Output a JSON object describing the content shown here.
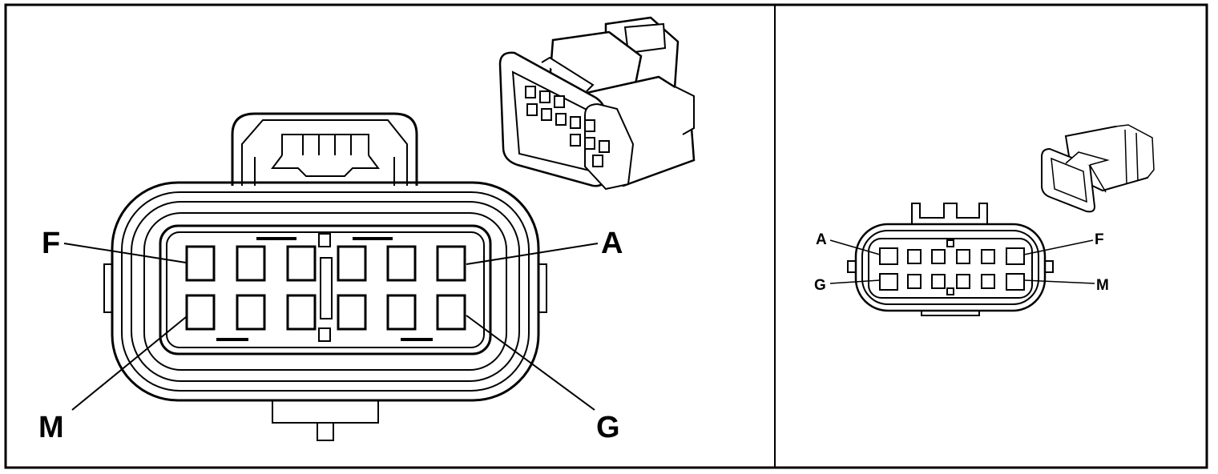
{
  "left_panel": {
    "labels": {
      "top_left": "F",
      "top_right": "A",
      "bottom_left": "M",
      "bottom_right": "G"
    },
    "pin_rows": 2,
    "pin_columns": 6
  },
  "right_panel": {
    "labels": {
      "top_left": "A",
      "top_right": "F",
      "bottom_left": "G",
      "bottom_right": "M"
    },
    "pin_rows": 2,
    "pin_columns": 6
  }
}
